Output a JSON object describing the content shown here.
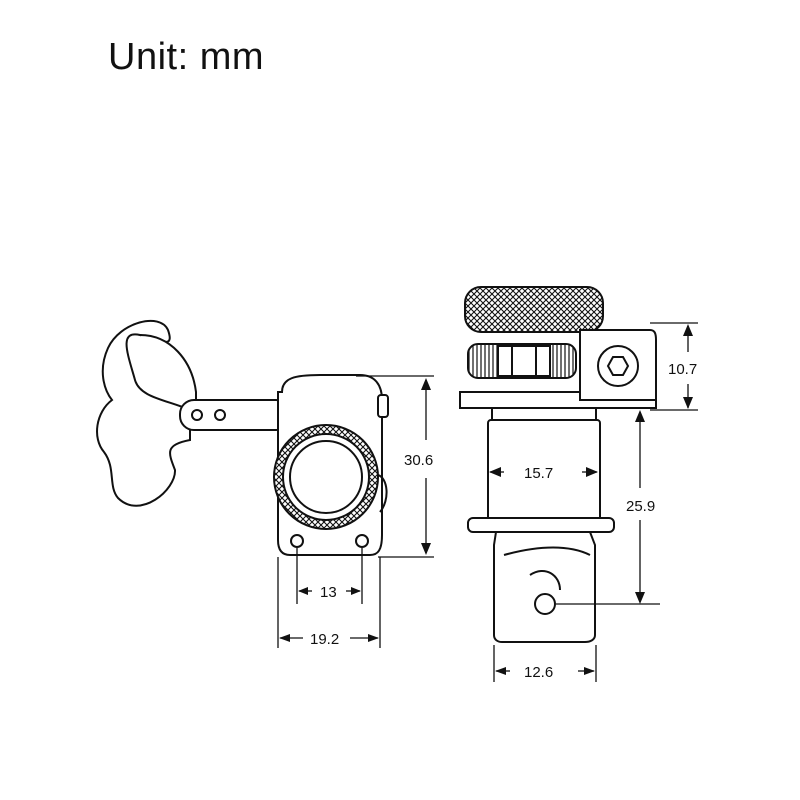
{
  "title": "Unit: mm",
  "dimensions": {
    "height_front": "30.6",
    "hole_spacing": "13",
    "base_width": "19.2",
    "top_height": "10.7",
    "post_width": "15.7",
    "post_height": "25.9",
    "bottom_width": "12.6"
  },
  "colors": {
    "line": "#111111",
    "background": "#ffffff"
  }
}
